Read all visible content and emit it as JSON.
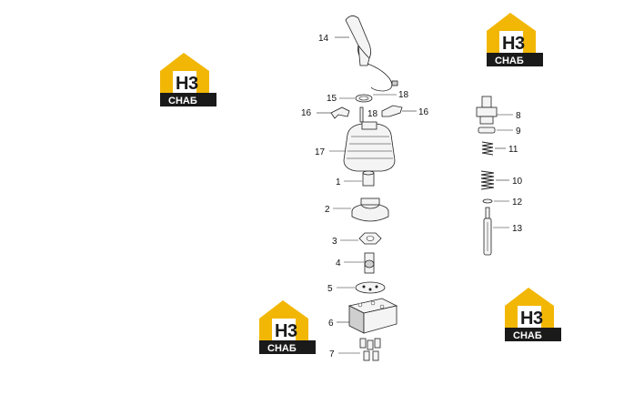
{
  "brand": {
    "h_letter": "H",
    "three": "3",
    "caption": "СНАБ",
    "gold": "#f2b705",
    "dark": "#1a1a1a"
  },
  "callouts": {
    "c14": "14",
    "c15": "15",
    "c18a": "18",
    "c16a": "16",
    "c18b": "18",
    "c16b": "16",
    "c17": "17",
    "c1": "1",
    "c2": "2",
    "c3": "3",
    "c4": "4",
    "c5": "5",
    "c6": "6",
    "c7": "7",
    "c8": "8",
    "c9": "9",
    "c11": "11",
    "c10": "10",
    "c12": "12",
    "c13": "13"
  }
}
